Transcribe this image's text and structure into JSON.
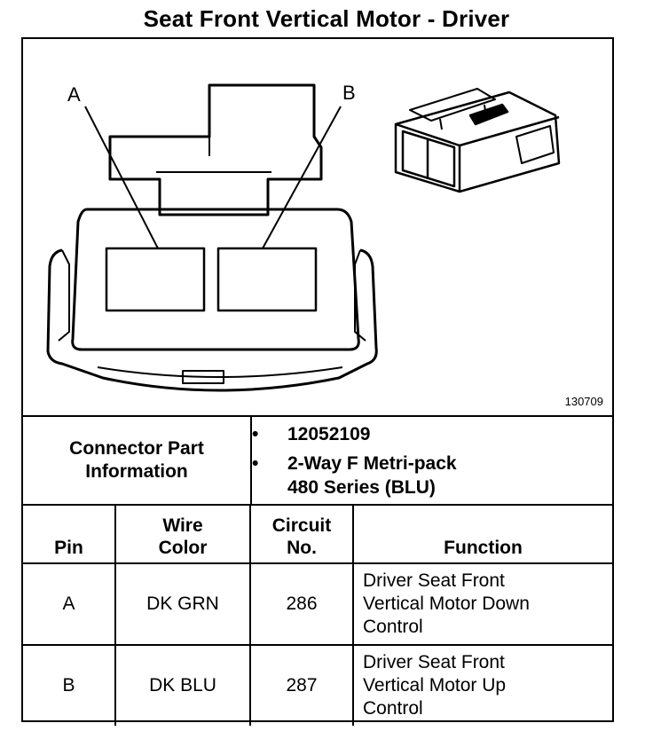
{
  "title": "Seat Front Vertical Motor - Driver",
  "figure": {
    "number": "130709",
    "callouts": {
      "a": "A",
      "b": "B"
    }
  },
  "connector_info": {
    "label_lines": [
      "Connector Part",
      "Information"
    ],
    "items": [
      {
        "lines": [
          "12052109"
        ]
      },
      {
        "lines": [
          "2-Way F Metri-pack",
          "480 Series (BLU)"
        ]
      }
    ]
  },
  "table": {
    "headers": [
      {
        "lines": [
          "Pin"
        ]
      },
      {
        "lines": [
          "Wire",
          "Color"
        ]
      },
      {
        "lines": [
          "Circuit",
          "No."
        ]
      },
      {
        "lines": [
          "Function"
        ]
      }
    ],
    "rows": [
      {
        "pin": "A",
        "wire_color": "DK GRN",
        "circuit": "286",
        "function_lines": [
          "Driver Seat Front",
          "Vertical Motor Down",
          "Control"
        ]
      },
      {
        "pin": "B",
        "wire_color": "DK BLU",
        "circuit": "287",
        "function_lines": [
          "Driver Seat Front",
          "Vertical Motor Up",
          "Control"
        ]
      }
    ]
  }
}
